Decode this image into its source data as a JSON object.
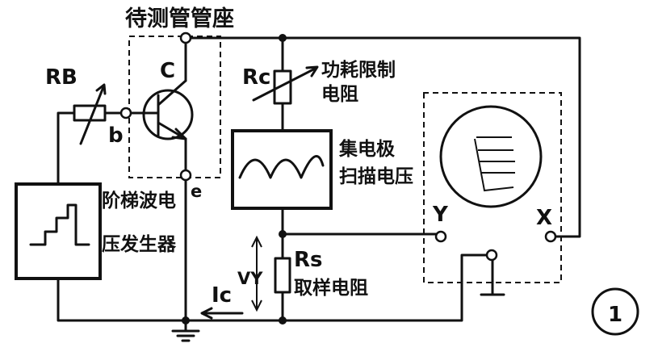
{
  "title": "待测管管座",
  "labels": {
    "rb": "RB",
    "rc": "Rc",
    "rs": "Rs",
    "c": "C",
    "b": "b",
    "e": "e",
    "y": "Y",
    "x": "X",
    "vy": "VY",
    "ic": "Ic",
    "figure_number": "1"
  },
  "text_blocks": {
    "rc_desc_1": "功耗限制",
    "rc_desc_2": "电阻",
    "scan_1": "集电极",
    "scan_2": "扫描电压",
    "step_1": "阶梯波电",
    "step_2": "压发生器",
    "rs_desc": "取样电阻"
  },
  "colors": {
    "ink": "#111111",
    "paper": "#ffffff"
  }
}
